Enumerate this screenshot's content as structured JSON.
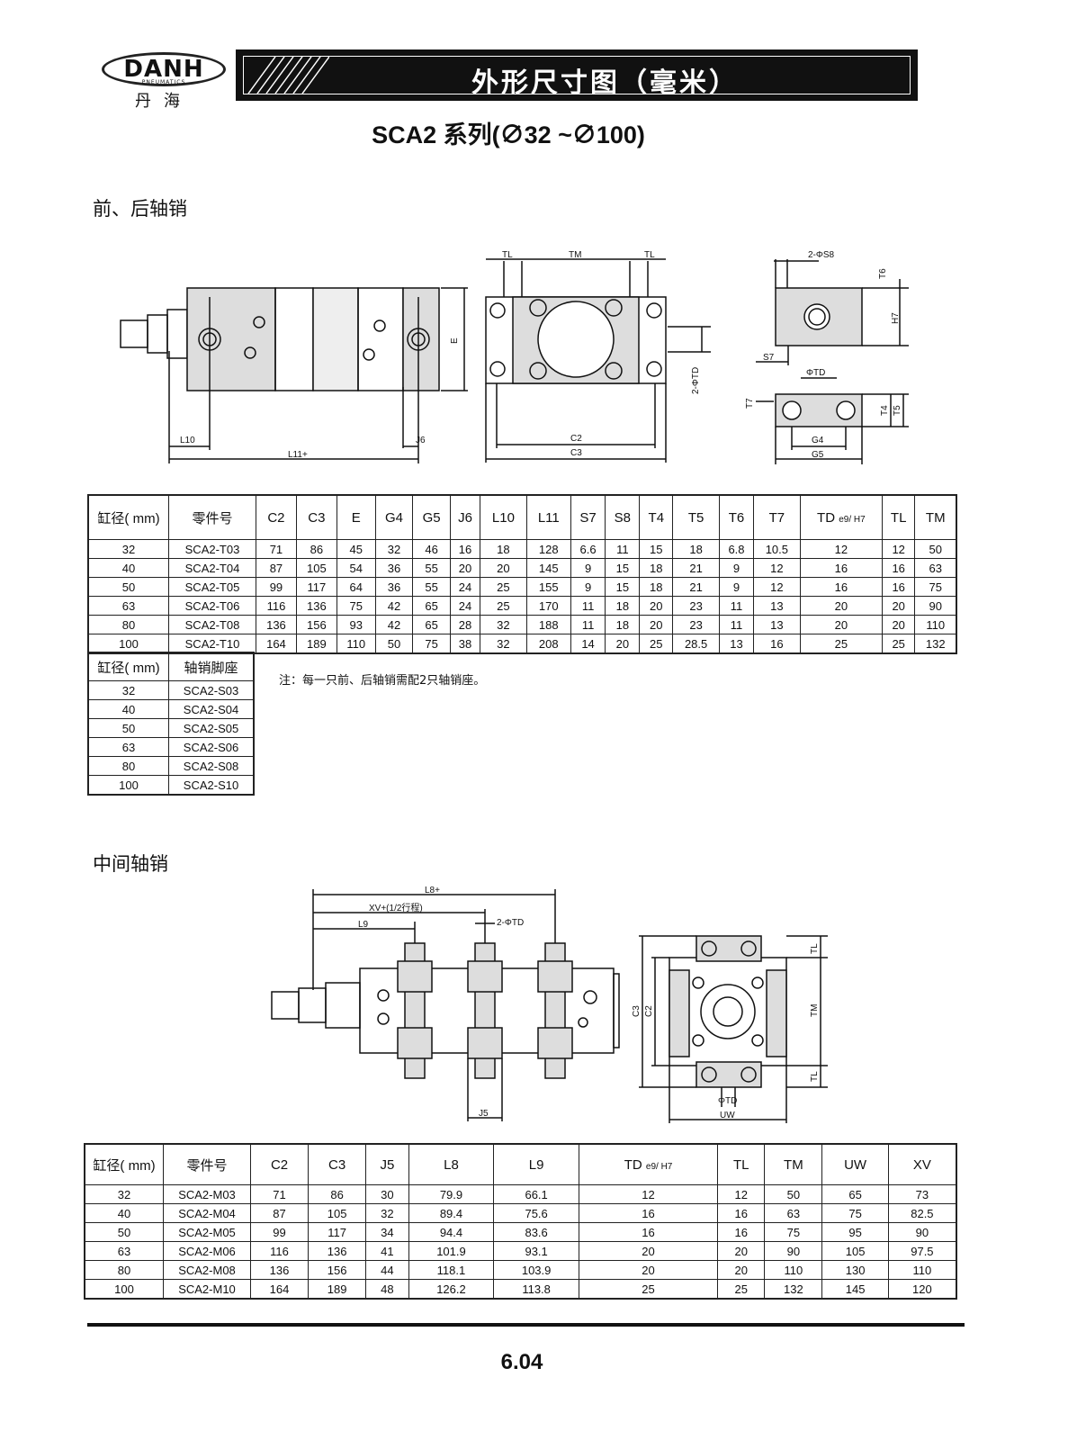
{
  "header": {
    "logo_text": "DANH",
    "logo_sub": "PNEUMATICS",
    "logo_cn": "丹海",
    "title": "外形尺寸图（毫米）",
    "series": "SCA2 系列(∅32 ~∅100)"
  },
  "section1": {
    "title": "前、后轴销",
    "dims": {
      "e": "E",
      "l10": "L10",
      "l11": "L11+",
      "j6": "J6",
      "tl": "TL",
      "tm": "TM",
      "c2": "C2",
      "c3": "C3",
      "td2": "2-ΦTD",
      "s8": "2-ΦS8",
      "t6": "T6",
      "h7": "H7",
      "s7": "S7",
      "td": "ΦTD",
      "t7": "T7",
      "t4": "T4",
      "t5": "T5",
      "g4": "G4",
      "g5": "G5"
    }
  },
  "table1": {
    "headers": [
      "缸径( mm)",
      "零件号",
      "C2",
      "C3",
      "E",
      "G4",
      "G5",
      "J6",
      "L10",
      "L11",
      "S7",
      "S8",
      "T4",
      "T5",
      "T6",
      "T7",
      "TD",
      "TL",
      "TM"
    ],
    "td_sub": "e9/ H7",
    "rows": [
      [
        "32",
        "SCA2-T03",
        "71",
        "86",
        "45",
        "32",
        "46",
        "16",
        "18",
        "128",
        "6.6",
        "11",
        "15",
        "18",
        "6.8",
        "10.5",
        "12",
        "12",
        "50"
      ],
      [
        "40",
        "SCA2-T04",
        "87",
        "105",
        "54",
        "36",
        "55",
        "20",
        "20",
        "145",
        "9",
        "15",
        "18",
        "21",
        "9",
        "12",
        "16",
        "16",
        "63"
      ],
      [
        "50",
        "SCA2-T05",
        "99",
        "117",
        "64",
        "36",
        "55",
        "24",
        "25",
        "155",
        "9",
        "15",
        "18",
        "21",
        "9",
        "12",
        "16",
        "16",
        "75"
      ],
      [
        "63",
        "SCA2-T06",
        "116",
        "136",
        "75",
        "42",
        "65",
        "24",
        "25",
        "170",
        "11",
        "18",
        "20",
        "23",
        "11",
        "13",
        "20",
        "20",
        "90"
      ],
      [
        "80",
        "SCA2-T08",
        "136",
        "156",
        "93",
        "42",
        "65",
        "28",
        "32",
        "188",
        "11",
        "18",
        "20",
        "23",
        "11",
        "13",
        "20",
        "20",
        "110"
      ],
      [
        "100",
        "SCA2-T10",
        "164",
        "189",
        "110",
        "50",
        "75",
        "38",
        "32",
        "208",
        "14",
        "20",
        "25",
        "28.5",
        "13",
        "16",
        "25",
        "25",
        "132"
      ]
    ]
  },
  "table2": {
    "headers": [
      "缸径( mm)",
      "轴销脚座"
    ],
    "rows": [
      [
        "32",
        "SCA2-S03"
      ],
      [
        "40",
        "SCA2-S04"
      ],
      [
        "50",
        "SCA2-S05"
      ],
      [
        "63",
        "SCA2-S06"
      ],
      [
        "80",
        "SCA2-S08"
      ],
      [
        "100",
        "SCA2-S10"
      ]
    ]
  },
  "note": "注：每一只前、后轴销需配2只轴销座。",
  "section2": {
    "title": "中间轴销",
    "dims": {
      "l8": "L8+",
      "xv": "XV+(1/2行程)",
      "l9": "L9",
      "td2": "2-ΦTD",
      "j5": "J5",
      "c3": "C3",
      "c2": "C2",
      "tl": "TL",
      "tm": "TM",
      "td": "ΦTD",
      "uw": "UW"
    }
  },
  "table3": {
    "headers": [
      "缸径( mm)",
      "零件号",
      "C2",
      "C3",
      "J5",
      "L8",
      "L9",
      "TD",
      "TL",
      "TM",
      "UW",
      "XV"
    ],
    "td_sub": "e9/ H7",
    "rows": [
      [
        "32",
        "SCA2-M03",
        "71",
        "86",
        "30",
        "79.9",
        "66.1",
        "12",
        "12",
        "50",
        "65",
        "73"
      ],
      [
        "40",
        "SCA2-M04",
        "87",
        "105",
        "32",
        "89.4",
        "75.6",
        "16",
        "16",
        "63",
        "75",
        "82.5"
      ],
      [
        "50",
        "SCA2-M05",
        "99",
        "117",
        "34",
        "94.4",
        "83.6",
        "16",
        "16",
        "75",
        "95",
        "90"
      ],
      [
        "63",
        "SCA2-M06",
        "116",
        "136",
        "41",
        "101.9",
        "93.1",
        "20",
        "20",
        "90",
        "105",
        "97.5"
      ],
      [
        "80",
        "SCA2-M08",
        "136",
        "156",
        "44",
        "118.1",
        "103.9",
        "20",
        "20",
        "110",
        "130",
        "110"
      ],
      [
        "100",
        "SCA2-M10",
        "164",
        "189",
        "48",
        "126.2",
        "113.8",
        "25",
        "25",
        "132",
        "145",
        "120"
      ]
    ]
  },
  "footer": {
    "page": "6.04"
  }
}
